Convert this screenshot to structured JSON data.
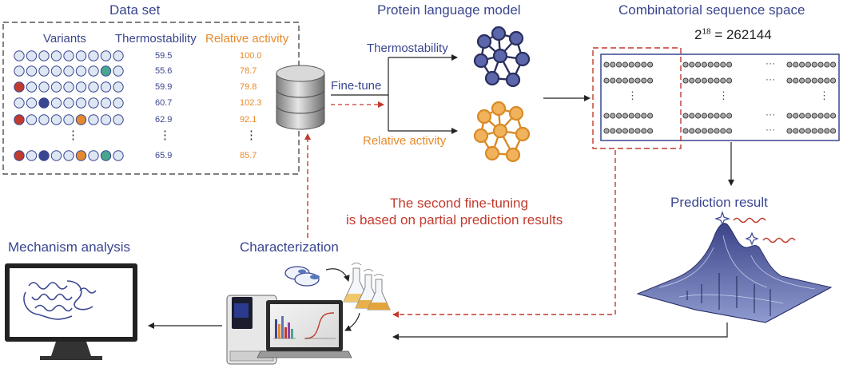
{
  "dataset": {
    "title": "Data set",
    "col_variants": "Variants",
    "col_thermo": "Thermostability",
    "col_activity": "Relative activity",
    "rows": [
      {
        "thermo": "59.5",
        "activity": "100.0"
      },
      {
        "thermo": "55.6",
        "activity": "78.7"
      },
      {
        "thermo": "59.9",
        "activity": "79.8"
      },
      {
        "thermo": "60.7",
        "activity": "102.3"
      },
      {
        "thermo": "62.9",
        "activity": "92.1"
      },
      {
        "thermo": "65.9",
        "activity": "85.7"
      }
    ],
    "ellipsis": "⋮"
  },
  "model": {
    "title": "Protein language model",
    "finetune": "Fine-tune",
    "thermo_label": "Thermostability",
    "activity_label": "Relative activity"
  },
  "space": {
    "title": "Combinatorial sequence space",
    "formula_base": "2",
    "formula_exp": "18",
    "formula_rest": " = 262144",
    "dots": "···",
    "vdots": "⋮"
  },
  "second_finetune": {
    "line1": "The second fine-tuning",
    "line2": "is based on partial prediction results"
  },
  "prediction": {
    "title": "Prediction result"
  },
  "characterization": {
    "title": "Characterization"
  },
  "mechanism": {
    "title": "Mechanism analysis"
  },
  "colors": {
    "navy": "#3a4690",
    "orange": "#e58a2c",
    "red": "#c23a2e",
    "teal": "#4aa58f",
    "pale": "#dde6f3"
  }
}
